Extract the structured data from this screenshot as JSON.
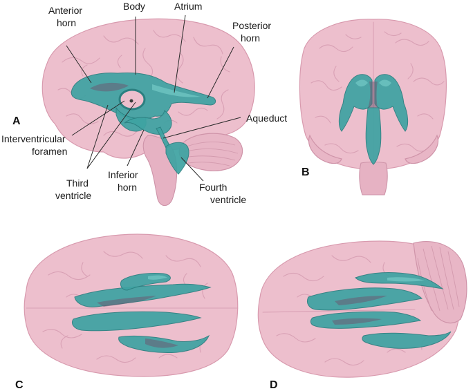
{
  "panels": {
    "a": "A",
    "b": "B",
    "c": "C",
    "d": "D"
  },
  "labels": {
    "anterior_horn": [
      "Anterior",
      "horn"
    ],
    "body": "Body",
    "atrium": "Atrium",
    "posterior_horn": [
      "Posterior",
      "horn"
    ],
    "aqueduct": "Aqueduct",
    "interventricular_foramen": [
      "Interventricular",
      "foramen"
    ],
    "third_ventricle": [
      "Third",
      "ventricle"
    ],
    "inferior_horn": [
      "Inferior",
      "horn"
    ],
    "fourth_ventricle": [
      "Fourth",
      "ventricle"
    ]
  },
  "colors": {
    "brain": "#edbfcd",
    "ventricles": "#3fa3a2",
    "background": "#ffffff"
  }
}
